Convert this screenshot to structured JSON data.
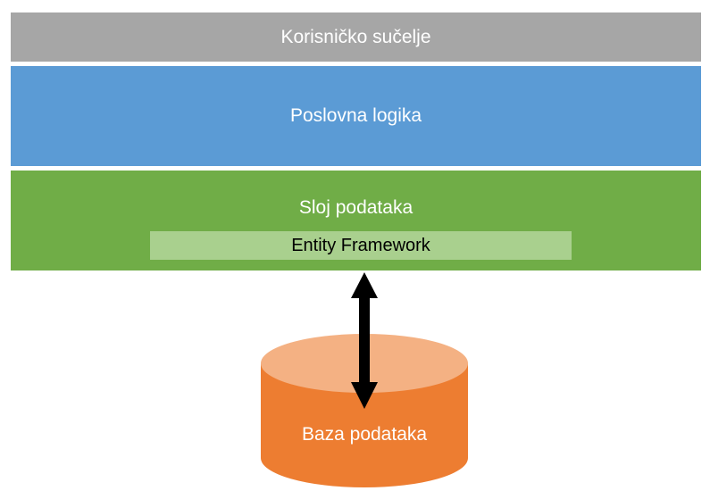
{
  "layers": {
    "ui": "Korisničko sučelje",
    "business": "Poslovna logika",
    "data": "Sloj podataka",
    "orm": "Entity Framework"
  },
  "database": {
    "label": "Baza podataka"
  },
  "colors": {
    "ui_layer": "#a6a6a6",
    "business_layer": "#5b9bd5",
    "data_layer": "#70ad47",
    "orm_bar": "#a9d08e",
    "db_body": "#ed7d31",
    "db_top": "#f4b183",
    "arrow": "#000000"
  }
}
